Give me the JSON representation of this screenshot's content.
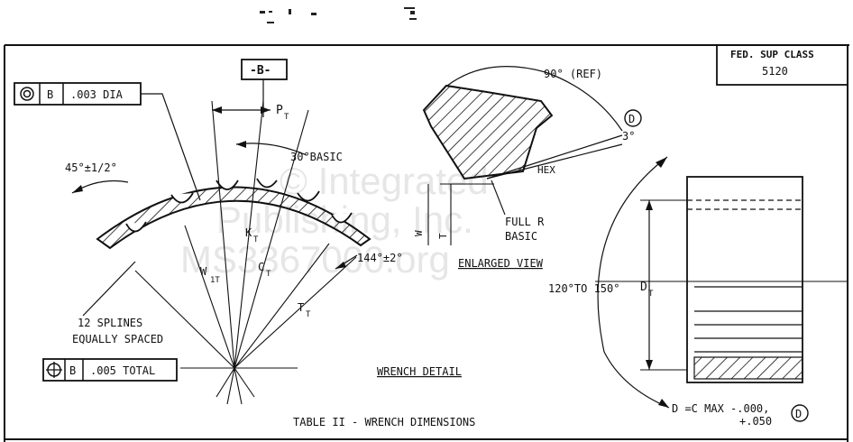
{
  "class_box": {
    "heading": "FED. SUP CLASS",
    "value": "5120"
  },
  "datum": {
    "label": "B",
    "tag": "-B-"
  },
  "feature_frames": {
    "concentricity": {
      "datum": "B",
      "tolerance": ".003 DIA"
    },
    "position": {
      "datum": "B",
      "tolerance": ".005 TOTAL"
    }
  },
  "labels": {
    "chamfer_angle": "45°±1/2°",
    "pitch": "P",
    "pitch_sub": "T",
    "basic_angle": "30°BASIC",
    "k": "K",
    "k_sub": "T",
    "w": "W",
    "w_sub": "1T",
    "c": "C",
    "c_sub": "T",
    "t": "T",
    "t_sub": "T",
    "spline_angle": "144°±2°",
    "splines_line1": "12 SPLINES",
    "splines_line2": "EQUALLY SPACED",
    "ref_angle": "90° (REF)",
    "note_ref": "D",
    "three_deg": "3°",
    "hex": "HEX",
    "full_r_line1": "FULL R",
    "full_r_line2": "BASIC",
    "enlarged_view": "ENLARGED VIEW",
    "wrench_detail": "WRENCH DETAIL",
    "angle_range": "120°TO 150°",
    "dt": "D",
    "dt_sub": "T",
    "formula": "D  =C  MAX -.000,",
    "formula_plus": "+.050",
    "table_title": "TABLE II - WRENCH DIMENSIONS"
  },
  "watermark": [
    "© Integrated",
    "Publishing, Inc.",
    "MS3367000.org"
  ]
}
